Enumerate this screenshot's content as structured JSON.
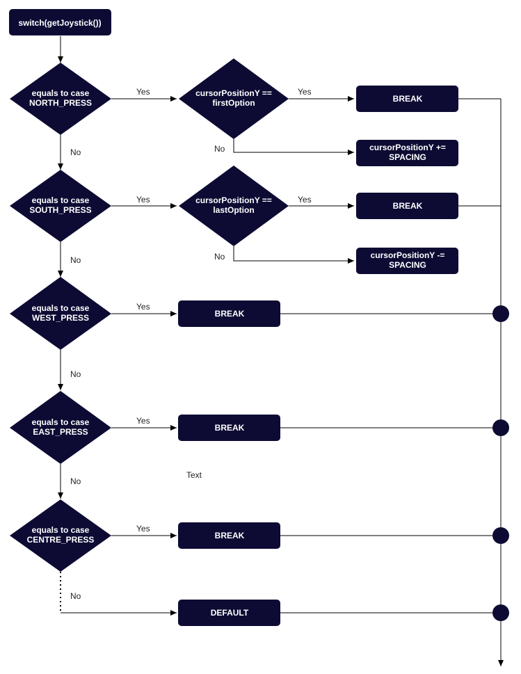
{
  "colors": {
    "node_fill": "#0d0b33",
    "node_text": "#ffffff",
    "edge": "#000000",
    "label": "#222222",
    "junction": "#0d0b33"
  },
  "start": {
    "label": "switch(getJoystick())"
  },
  "decisions": [
    {
      "line1": "equals to case",
      "line2": "NORTH_PRESS"
    },
    {
      "line1": "equals to case",
      "line2": "SOUTH_PRESS"
    },
    {
      "line1": "equals to case",
      "line2": "WEST_PRESS"
    },
    {
      "line1": "equals to case",
      "line2": "EAST_PRESS"
    },
    {
      "line1": "equals to case",
      "line2": "CENTRE_PRESS"
    }
  ],
  "sub_decisions": [
    {
      "line1": "cursorPositionY ==",
      "line2": "firstOption"
    },
    {
      "line1": "cursorPositionY ==",
      "line2": "lastOption"
    }
  ],
  "actions": {
    "break": "BREAK",
    "default": "DEFAULT",
    "increment": {
      "line1": "cursorPositionY +=",
      "line2": "SPACING"
    },
    "decrement": {
      "line1": "cursorPositionY -=",
      "line2": "SPACING"
    }
  },
  "edge_labels": {
    "yes": "Yes",
    "no": "No"
  },
  "floating_text": "Text"
}
